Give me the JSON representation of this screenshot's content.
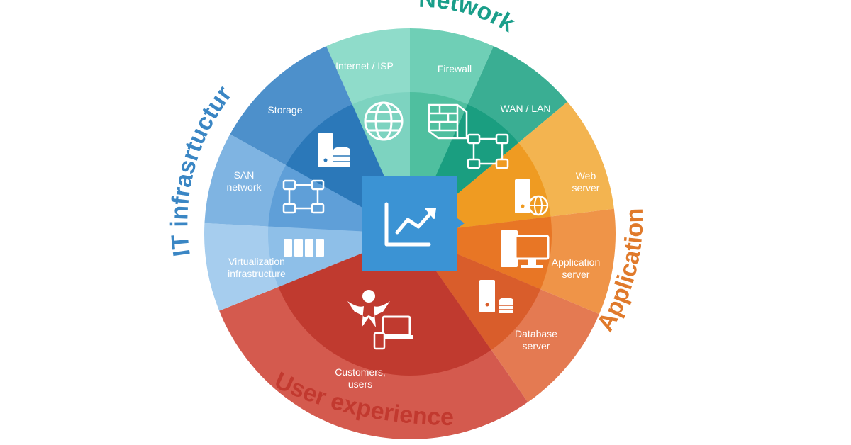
{
  "colors": {
    "network": "#1a9e8a",
    "it_infrastructure": "#3a86c4",
    "applications": "#e07a2b",
    "user_experience": "#c2392f",
    "center": "#3b93d4"
  },
  "categories": {
    "network": "Network",
    "it_infrastructure": "IT infrasrtucture",
    "applications": "Applications",
    "user_experience": "User experience"
  },
  "segments": [
    {
      "key": "internet",
      "label_lines": [
        "Internet / ISP"
      ],
      "icon": "globe-icon",
      "outer": "#8fdcca",
      "inner": "#7dd3c0"
    },
    {
      "key": "firewall",
      "label_lines": [
        "Firewall"
      ],
      "icon": "firewall-icon",
      "outer": "#6fcfb6",
      "inner": "#4fbf9f"
    },
    {
      "key": "wan",
      "label_lines": [
        "WAN / LAN"
      ],
      "icon": "network-nodes-icon",
      "outer": "#3aae93",
      "inner": "#1a9e80"
    },
    {
      "key": "web",
      "label_lines": [
        "Web",
        "server"
      ],
      "icon": "web-server-icon",
      "outer": "#f3b450",
      "inner": "#ef9b22"
    },
    {
      "key": "app",
      "label_lines": [
        "Application",
        "server"
      ],
      "icon": "desktop-icon",
      "outer": "#ef9448",
      "inner": "#e87625"
    },
    {
      "key": "db",
      "label_lines": [
        "Database",
        "server"
      ],
      "icon": "database-server-icon",
      "outer": "#e47a52",
      "inner": "#d95d2b"
    },
    {
      "key": "users",
      "label_lines": [
        "Customers,",
        "users"
      ],
      "icon": "users-devices-icon",
      "outer": "#d45a4e",
      "inner": "#c03a2f"
    },
    {
      "key": "virt",
      "label_lines": [
        "Virtualization",
        "infrastructure"
      ],
      "icon": "servers-rack-icon",
      "outer": "#a6cdee",
      "inner": "#8ebfe8"
    },
    {
      "key": "san",
      "label_lines": [
        "SAN",
        "network"
      ],
      "icon": "network-nodes-icon",
      "outer": "#7fb4e2",
      "inner": "#5f9fd8"
    },
    {
      "key": "storage",
      "label_lines": [
        "Storage"
      ],
      "icon": "storage-icon",
      "outer": "#4d90cb",
      "inner": "#2b78b9"
    }
  ],
  "center": {
    "icon": "growth-chart-icon"
  }
}
